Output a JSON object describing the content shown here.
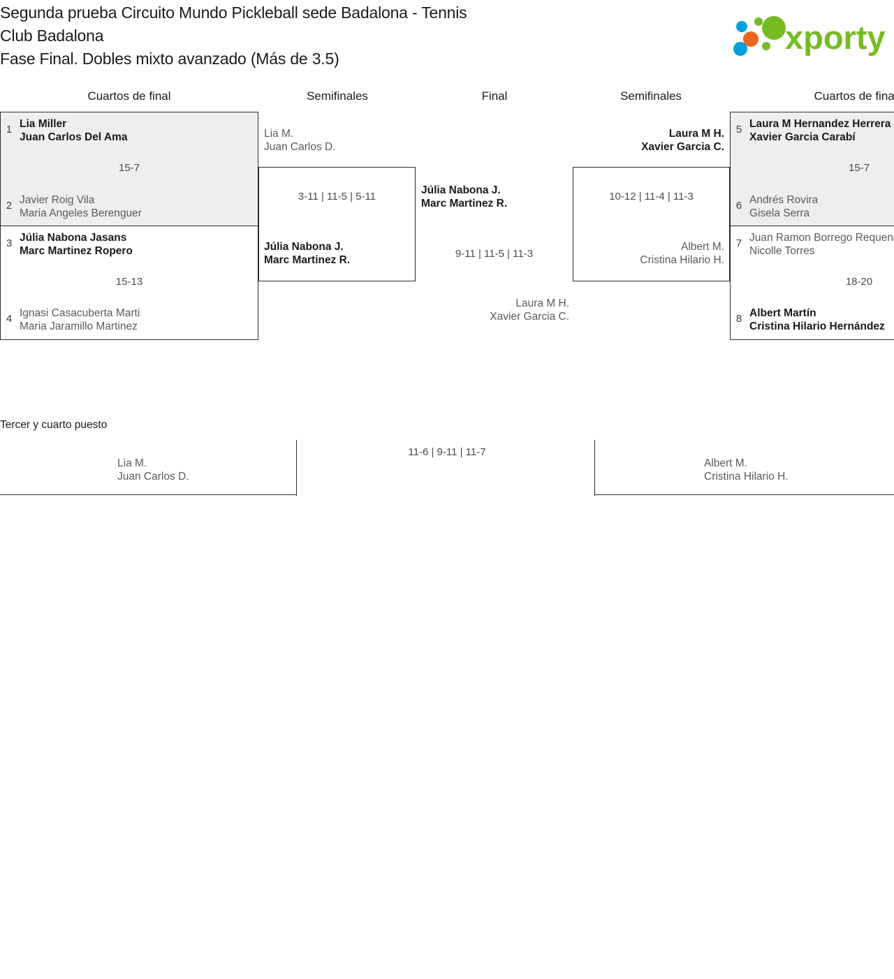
{
  "header": {
    "title_lines": [
      "Segunda prueba Circuito Mundo Pickleball sede Badalona - Tennis",
      "Club Badalona",
      "Fase Final. Dobles mixto avanzado (Más de 3.5)"
    ],
    "logo_text": "xporty",
    "logo_colors": {
      "green": "#76bc21",
      "blue": "#00a0df",
      "orange": "#e8671c"
    }
  },
  "rounds": {
    "qf_left": "Cuartos de final",
    "sf_left": "Semifinales",
    "final": "Final",
    "sf_right": "Semifinales",
    "qf_right": "Cuartos de final"
  },
  "quarterfinals_left": [
    {
      "match_score": "15-7",
      "top": {
        "seed": "1",
        "player1": "Lia Miller",
        "player2": "Juan Carlos Del Ama",
        "result": "winner"
      },
      "bottom": {
        "seed": "2",
        "player1": "Javier Roig Vila",
        "player2": "Maria Angeles Berenguer",
        "result": "loser"
      }
    },
    {
      "match_score": "15-13",
      "top": {
        "seed": "3",
        "player1": "Júlia Nabona Jasans",
        "player2": "Marc Martinez Ropero",
        "result": "winner"
      },
      "bottom": {
        "seed": "4",
        "player1": "Ignasi Casacuberta Marti",
        "player2": "Maria Jaramillo Martinez",
        "result": "loser"
      }
    }
  ],
  "quarterfinals_right": [
    {
      "match_score": "15-7",
      "top": {
        "seed": "5",
        "player1": "Laura M Hernandez Herrera",
        "player2": "Xavier Garcia Carabí",
        "result": "winner"
      },
      "bottom": {
        "seed": "6",
        "player1": "Andrés Rovira",
        "player2": "Gisela Serra",
        "result": "loser"
      }
    },
    {
      "match_score": "18-20",
      "top": {
        "seed": "7",
        "player1": "Juan Ramon Borrego Requena",
        "player2": "Nicolle Torres",
        "result": "loser"
      },
      "bottom": {
        "seed": "8",
        "player1": "Albert Martín",
        "player2": "Cristina Hilario Hernández",
        "result": "winner"
      }
    }
  ],
  "semifinal_left": {
    "match_score": "3-11 | 11-5 | 5-11",
    "top": {
      "player1": "Lia M.",
      "player2": "Juan Carlos D.",
      "result": "loser"
    },
    "bottom": {
      "player1": "Júlia Nabona J.",
      "player2": "Marc Martinez R.",
      "result": "winner"
    }
  },
  "semifinal_right": {
    "match_score": "10-12 | 11-4 | 11-3",
    "top": {
      "player1": "Laura M H.",
      "player2": "Xavier Garcia C.",
      "result": "winner"
    },
    "bottom": {
      "player1": "Albert M.",
      "player2": "Cristina Hilario H.",
      "result": "loser"
    }
  },
  "final_match": {
    "match_score": "9-11 | 11-5 | 11-3",
    "top": {
      "player1": "Júlia Nabona J.",
      "player2": "Marc Martinez R.",
      "result": "winner"
    },
    "bottom": {
      "player1": "Laura M H.",
      "player2": "Xavier Garcia C.",
      "result": "loser"
    }
  },
  "third_place": {
    "title": "Tercer y cuarto puesto",
    "match_score": "11-6 | 9-11 | 11-7",
    "left": {
      "player1": "Lia M.",
      "player2": "Juan Carlos D.",
      "result": "loser"
    },
    "right": {
      "player1": "Albert M.",
      "player2": "Cristina Hilario H.",
      "result": "loser"
    }
  }
}
